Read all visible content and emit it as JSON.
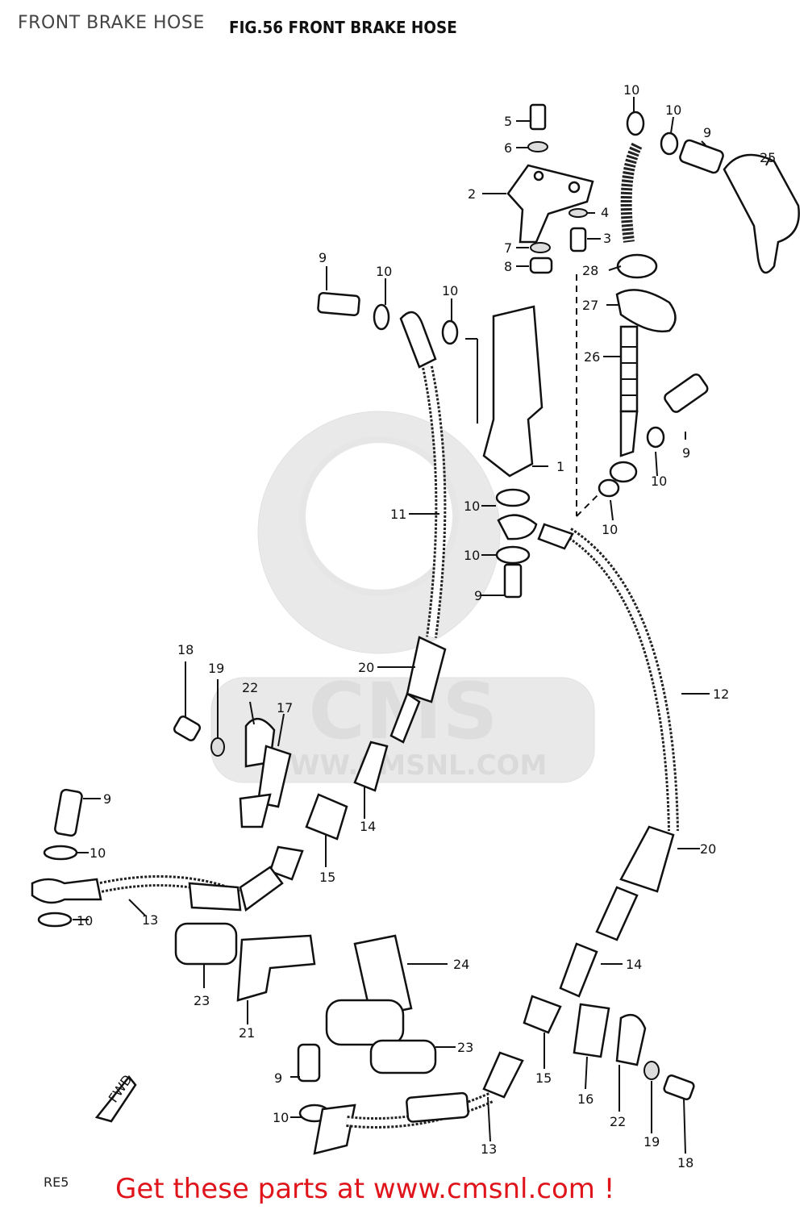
{
  "page_title": "FRONT BRAKE HOSE",
  "figure": {
    "title": "FIG.56  FRONT BRAKE HOSE",
    "code": "RE5"
  },
  "watermark": {
    "brand": "CMS",
    "url": "WWW.CMSNL.COM"
  },
  "promo": "Get these parts at www.cmsnl.com !",
  "callouts": {
    "c1": "1",
    "c2": "2",
    "c3": "3",
    "c4": "4",
    "c5": "5",
    "c6": "6",
    "c7": "7",
    "c8": "8",
    "c9a": "9",
    "c9b": "9",
    "c9c": "9",
    "c9d": "9",
    "c9e": "9",
    "c9f": "9",
    "c10a": "10",
    "c10b": "10",
    "c10c": "10",
    "c10d": "10",
    "c10e": "10",
    "c10f": "10",
    "c10g": "10",
    "c10h": "10",
    "c10i": "10",
    "c10j": "10",
    "c10k": "10",
    "c11": "11",
    "c12": "12",
    "c13a": "13",
    "c13b": "13",
    "c14a": "14",
    "c14b": "14",
    "c15a": "15",
    "c15b": "15",
    "c16": "16",
    "c17": "17",
    "c18a": "18",
    "c18b": "18",
    "c19a": "19",
    "c19b": "19",
    "c20a": "20",
    "c20b": "20",
    "c21": "21",
    "c22a": "22",
    "c22b": "22",
    "c23a": "23",
    "c23b": "23",
    "c24": "24",
    "c25": "25",
    "c26": "26",
    "c27": "27",
    "c28": "28"
  },
  "fwd_label": "FWD"
}
